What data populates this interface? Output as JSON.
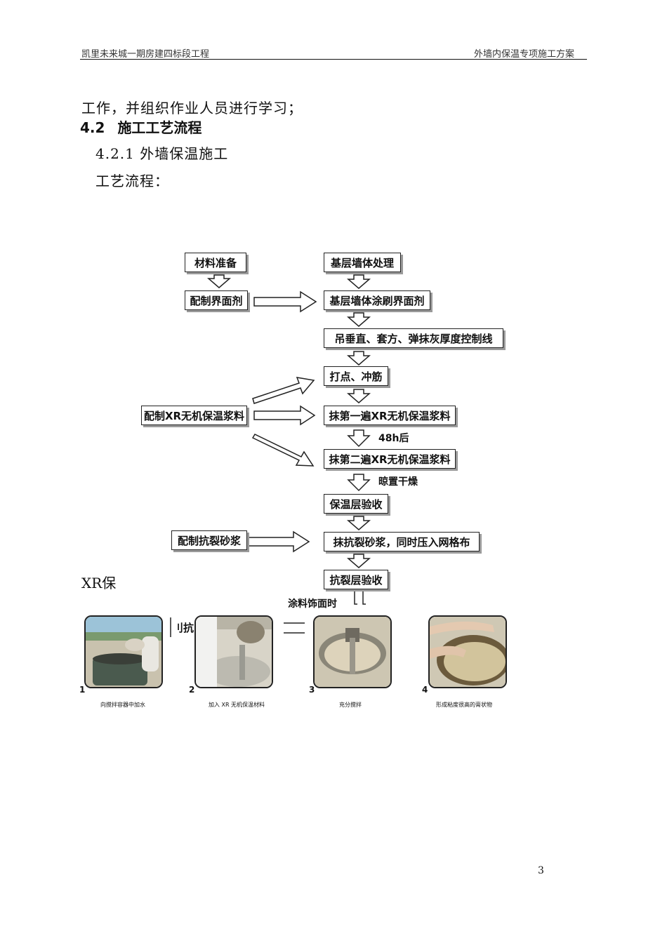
{
  "header": {
    "left": "凯里未来城一期房建四标段工程",
    "right": "外墙内保温专项施工方案"
  },
  "body": {
    "line1": "工作，并组织作业人员进行学习；",
    "section_number": "4.2",
    "section_title": "施工工艺流程",
    "subsection": "4.2.1 外墙保温施工",
    "flow_label": "工艺流程：",
    "xr_text": "XR保"
  },
  "flowchart": {
    "left_boxes": {
      "materials": "材料准备",
      "interface_agent": "配制界面剂",
      "xr_slurry": "配制XR无机保温浆料",
      "crack_mortar": "配制抗裂砂浆"
    },
    "main_steps": [
      "基层墙体处理",
      "基层墙体涂刷界面剂",
      "吊垂直、套方、弹抹灰厚度控制线",
      "打点、冲筋",
      "抹第一遍XR无机保温浆料",
      "抹第二遍XR无机保温浆料",
      "保温层验收",
      "抹抗裂砂浆，同时压入网格布",
      "抗裂层验收"
    ],
    "notes": {
      "after_48h": "48h后",
      "air_dry": "晾置干燥",
      "coating": "涂料饰面时"
    },
    "partial_text": "刂抗"
  },
  "photos": [
    {
      "number": "1",
      "caption": "向搅拌容器中加水"
    },
    {
      "number": "2",
      "caption": "加入 XR 无机保温材料"
    },
    {
      "number": "3",
      "caption": "充分搅拌"
    },
    {
      "number": "4",
      "caption": "形成粘度很高的膏状物"
    }
  ],
  "footer": {
    "page_number": "3"
  }
}
